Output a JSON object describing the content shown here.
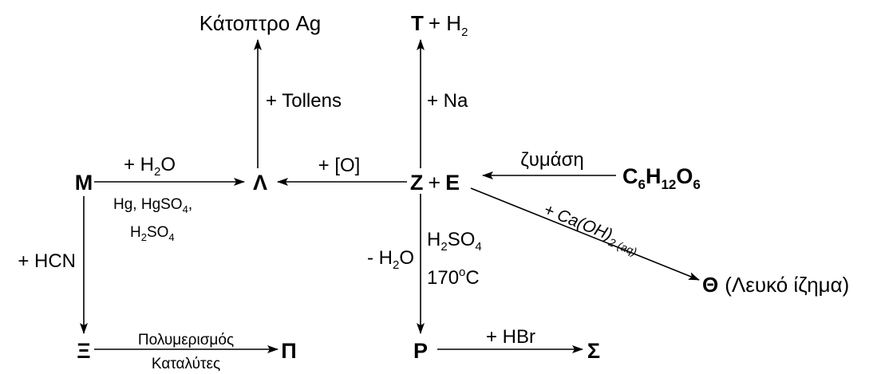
{
  "compounds": {
    "M": "Μ",
    "L": "Λ",
    "Z": "Ζ",
    "E": "Ε",
    "T": "Τ",
    "Xi": "Ξ",
    "Pi": "Π",
    "P": "Ρ",
    "S": "Σ",
    "Th": "Θ",
    "plus": "+"
  },
  "glucose": {
    "C": "C",
    "c_sub": "6",
    "H": "H",
    "h_sub": "12",
    "O": "O",
    "o_sub": "6"
  },
  "products": {
    "silver_mirror": "Κάτοπτρο Ag",
    "hydrogen_prefix": "+ H",
    "hydrogen_sub": "2",
    "white_precipitate": "(Λευκό ίζημα)"
  },
  "reagents": {
    "tollens": "+ Tollens",
    "na": "+ Na",
    "oxidation": "+ [O]",
    "fermentation": "ζυμάση",
    "water_prefix": "+ H",
    "water_sub": "2",
    "water_suffix": "O",
    "catalyst_line1_prefix": "Hg, HgSO",
    "catalyst_line1_sub": "4",
    "catalyst_line1_suffix": ",",
    "catalyst_line2_h": "H",
    "catalyst_line2_h_sub": "2",
    "catalyst_line2_so": "SO",
    "catalyst_line2_so_sub": "4",
    "hcn": "+ HCN",
    "polymerization": "Πολυμερισμός",
    "catalysts": "Καταλύτες",
    "acid_h": "H",
    "acid_h_sub": "2",
    "acid_so": "SO",
    "acid_so_sub": "4",
    "temp_value": "170",
    "temp_deg": "o",
    "temp_unit": "C",
    "dehydration_prefix": "- H",
    "dehydration_sub": "2",
    "dehydration_suffix": "O",
    "hbr": "+ HBr",
    "limewater_prefix": "+ Ca(OH)",
    "limewater_sub": "2 (aq)"
  }
}
